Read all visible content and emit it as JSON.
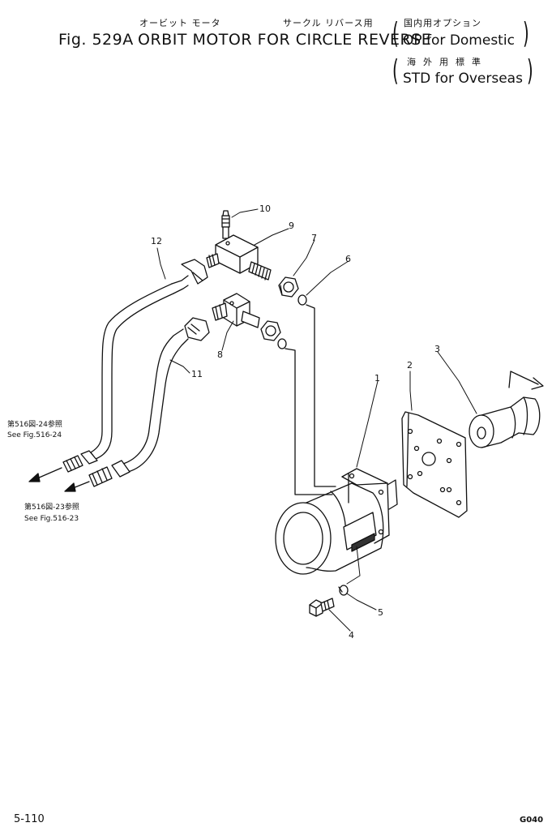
{
  "header": {
    "fig_label": "Fig. 529A",
    "title": "ORBIT MOTOR FOR CIRCLE REVERSE",
    "jp_part": "オービット モータ",
    "jp_subtitle": "サークル リバース用",
    "domestic_jp": "国内用オプション",
    "domestic_en": "OP for Domestic",
    "overseas_jp": "海外用標準",
    "overseas_en": "STD for Overseas"
  },
  "callouts": [
    "1",
    "2",
    "3",
    "4",
    "5",
    "6",
    "7",
    "8",
    "9",
    "10",
    "11",
    "12"
  ],
  "references": {
    "ref_a_jp": "第516図-24参照",
    "ref_a_en": "See Fig.516-24",
    "ref_b_jp": "第516図-23参照",
    "ref_b_en": "See Fig.516-23"
  },
  "footer": {
    "page_number": "5-110",
    "code": "G040"
  }
}
